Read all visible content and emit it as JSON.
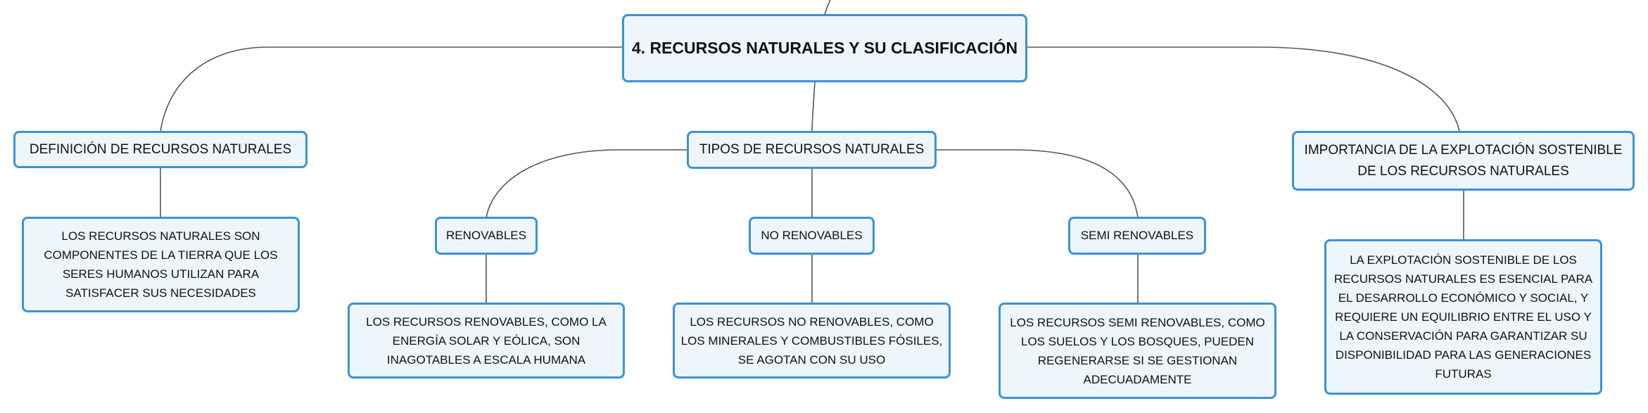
{
  "diagram": {
    "title": "4. RECURSOS NATURALES Y SU CLASIFICACIÓN",
    "nodes": {
      "definicion": "DEFINICIÓN DE RECURSOS NATURALES",
      "definicion_text": "LOS RECURSOS NATURALES SON COMPONENTES DE LA TIERRA QUE LOS SERES HUMANOS UTILIZAN PARA SATISFACER SUS NECESIDADES",
      "tipos": "TIPOS DE RECURSOS NATURALES",
      "renovables": "RENOVABLES",
      "renovables_text": "LOS RECURSOS RENOVABLES, COMO LA ENERGÍA SOLAR Y EÓLICA, SON INAGOTABLES A ESCALA HUMANA",
      "no_renovables": "NO RENOVABLES",
      "no_renovables_text": "LOS RECURSOS NO RENOVABLES, COMO LOS MINERALES Y COMBUSTIBLES FÓSILES, SE AGOTAN CON SU USO",
      "semi_renovables": "SEMI RENOVABLES",
      "semi_renovables_text": "LOS RECURSOS SEMI RENOVABLES, COMO LOS SUELOS Y LOS BOSQUES, PUEDEN REGENERARSE SI SE GESTIONAN ADECUADAMENTE",
      "importancia": "IMPORTANCIA DE LA EXPLOTACIÓN SOSTENIBLE DE LOS RECURSOS NATURALES",
      "importancia_text": "LA EXPLOTACIÓN SOSTENIBLE DE LOS RECURSOS NATURALES ES ESENCIAL PARA EL DESARROLLO ECONÓMICO Y SOCIAL, Y REQUIERE UN EQUILIBRIO ENTRE EL USO Y LA CONSERVACIÓN PARA GARANTIZAR SU DISPONIBILIDAD PARA LAS GENERACIONES FUTURAS"
    }
  },
  "colors": {
    "node_border": "#3a93d6",
    "node_fill": "#eef6fc",
    "connector": "#555555",
    "text": "#111111"
  }
}
